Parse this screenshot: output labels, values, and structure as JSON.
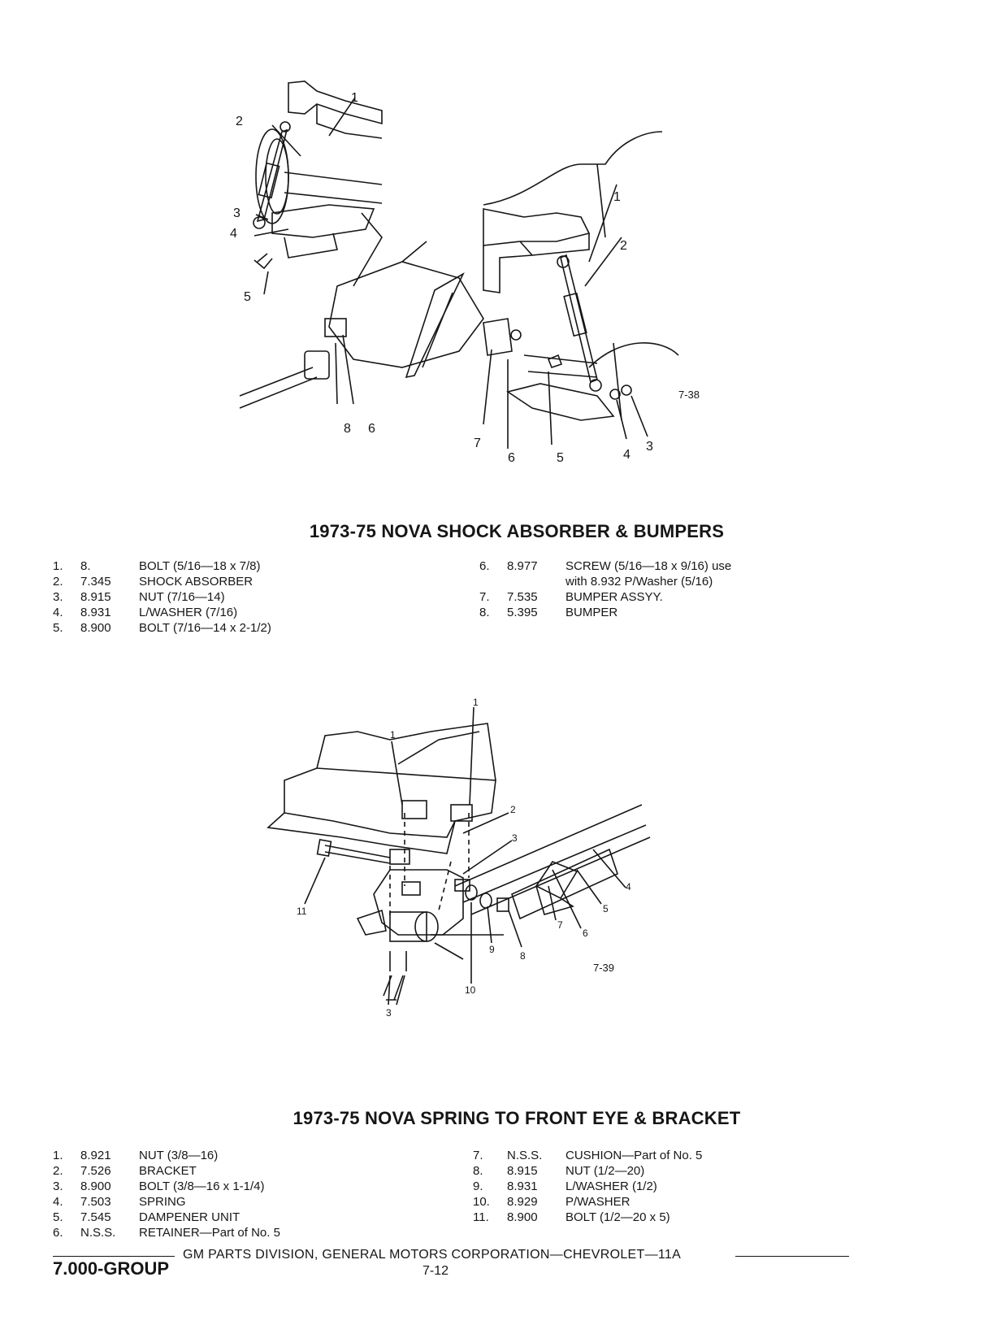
{
  "figure1": {
    "number": "7-38",
    "callouts": [
      "1",
      "2",
      "3",
      "4",
      "5",
      "1",
      "2",
      "3",
      "4",
      "5",
      "6",
      "7",
      "8",
      "6"
    ]
  },
  "section1": {
    "title": "1973-75 NOVA SHOCK ABSORBER & BUMPERS",
    "left_items": [
      {
        "num": "1.",
        "part": "8.",
        "desc": "BOLT (5/16—18 x 7/8)"
      },
      {
        "num": "2.",
        "part": "7.345",
        "desc": "SHOCK ABSORBER"
      },
      {
        "num": "3.",
        "part": "8.915",
        "desc": "NUT (7/16—14)"
      },
      {
        "num": "4.",
        "part": "8.931",
        "desc": "L/WASHER (7/16)"
      },
      {
        "num": "5.",
        "part": "8.900",
        "desc": "BOLT (7/16—14 x 2-1/2)"
      }
    ],
    "right_items": [
      {
        "num": "6.",
        "part": "8.977",
        "desc": "SCREW (5/16—18 x 9/16) use",
        "cont": "with 8.932 P/Washer (5/16)"
      },
      {
        "num": "7.",
        "part": "7.535",
        "desc": "BUMPER ASSYY.",
        "cont": ""
      },
      {
        "num": "8.",
        "part": "5.395",
        "desc": "BUMPER",
        "cont": ""
      }
    ]
  },
  "figure2": {
    "number": "7-39",
    "callouts": [
      "1",
      "1",
      "2",
      "3",
      "4",
      "5",
      "6",
      "7",
      "8",
      "9",
      "10",
      "11",
      "3"
    ]
  },
  "section2": {
    "title": "1973-75 NOVA SPRING TO FRONT EYE & BRACKET",
    "left_items": [
      {
        "num": "1.",
        "part": "8.921",
        "desc": "NUT (3/8—16)"
      },
      {
        "num": "2.",
        "part": "7.526",
        "desc": "BRACKET"
      },
      {
        "num": "3.",
        "part": "8.900",
        "desc": "BOLT (3/8—16 x 1-1/4)"
      },
      {
        "num": "4.",
        "part": "7.503",
        "desc": "SPRING"
      },
      {
        "num": "5.",
        "part": "7.545",
        "desc": "DAMPENER UNIT"
      },
      {
        "num": "6.",
        "part": "N.S.S.",
        "desc": "RETAINER—Part of No. 5"
      }
    ],
    "right_items": [
      {
        "num": "7.",
        "part": "N.S.S.",
        "desc": "CUSHION—Part of No. 5"
      },
      {
        "num": "8.",
        "part": "8.915",
        "desc": "NUT (1/2—20)"
      },
      {
        "num": "9.",
        "part": "8.931",
        "desc": "L/WASHER (1/2)"
      },
      {
        "num": "10.",
        "part": "8.929",
        "desc": "P/WASHER"
      },
      {
        "num": "11.",
        "part": "8.900",
        "desc": "BOLT (1/2—20 x 5)"
      }
    ]
  },
  "footer": {
    "text": "GM PARTS DIVISION, GENERAL MOTORS CORPORATION—CHEVROLET—11A",
    "group": "7.000-GROUP",
    "page": "7-12"
  }
}
